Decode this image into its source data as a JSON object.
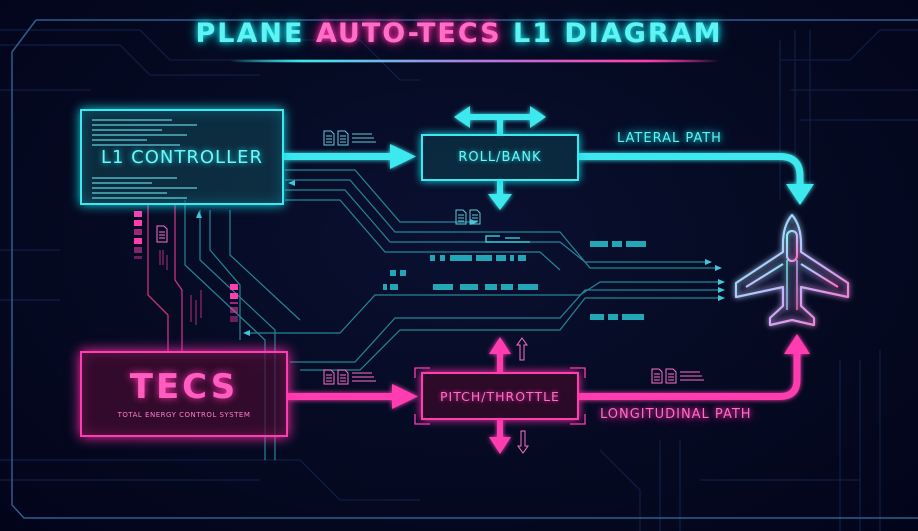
{
  "title": {
    "part1": "PLANE",
    "part2": "AUTO-TECS",
    "part3": "L1 DIAGRAM"
  },
  "nodes": {
    "l1_controller": {
      "label": "L1 CONTROLLER"
    },
    "roll_bank": {
      "label": "ROLL/BANK"
    },
    "tecs": {
      "label": "TECS",
      "subtitle": "TOTAL ENERGY CONTROL SYSTEM"
    },
    "pitch_throttle": {
      "label": "PITCH/THROTTLE"
    },
    "aircraft": {
      "label": "plane-icon"
    }
  },
  "paths": {
    "lateral": {
      "label": "LATERAL PATH"
    },
    "longitudinal": {
      "label": "LONGITUDINAL PATH"
    }
  },
  "edges": [
    {
      "from": "L1 CONTROLLER",
      "to": "ROLL/BANK"
    },
    {
      "from": "ROLL/BANK",
      "to": "aircraft",
      "label": "LATERAL PATH"
    },
    {
      "from": "TECS",
      "to": "PITCH/THROTTLE"
    },
    {
      "from": "PITCH/THROTTLE",
      "to": "aircraft",
      "label": "LONGITUDINAL PATH"
    }
  ],
  "colors": {
    "lateral": "#3ee8ef",
    "longitudinal": "#ff3db0",
    "background": "#03061a"
  }
}
